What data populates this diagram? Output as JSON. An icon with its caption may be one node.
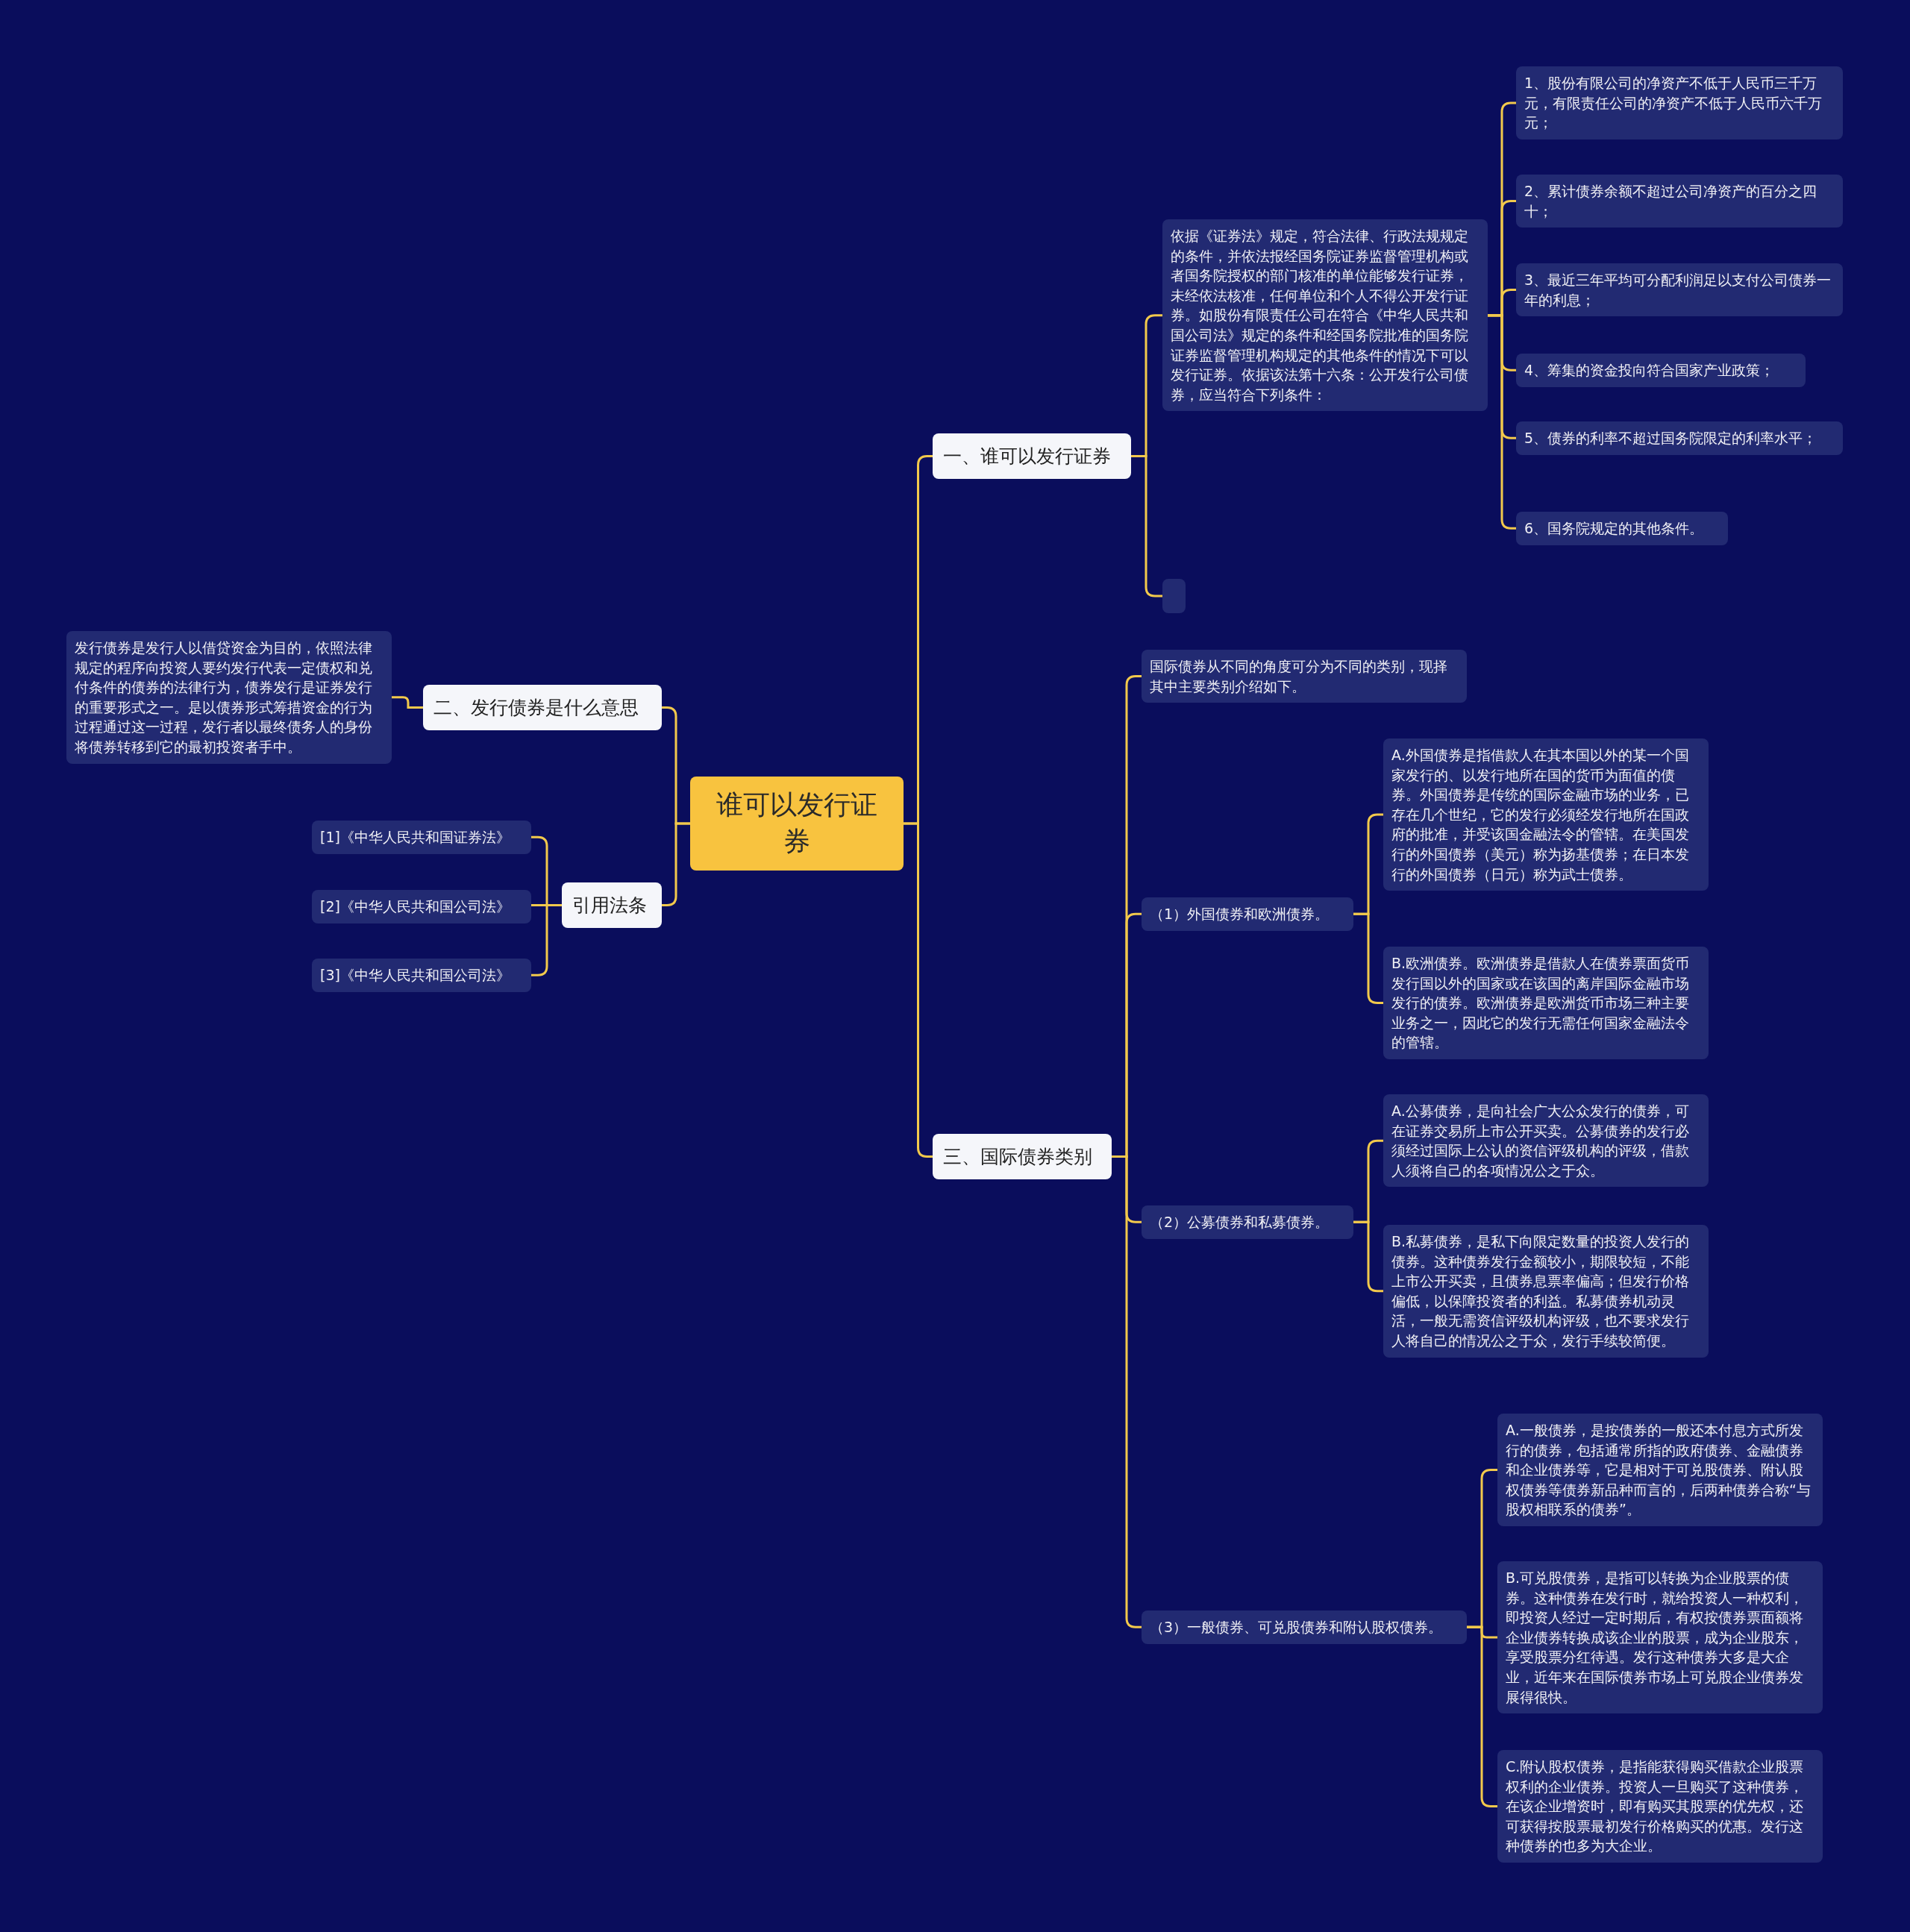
{
  "diagram": {
    "nodes": [
      {
        "text": [
          "谁可以发行证券"
        ]
      },
      {
        "text": [
          "一、谁可以发行证券"
        ]
      },
      {
        "text": [
          "依据《证券法》规定，符合法律、行政法规规定的条件，并依法报经国务院证券监督管理机构或者国务院授权的部门核准的单位能够发行证券，未经依法核准，任何单位和个人不得公开发行证券。如股份有限责任公司在符合《中华人民共和国公司法》规定的条件和经国务院批准的国务院证券监督管理机构规定的其他条件的情况下可以发行证券。依据该法第十六条：公开发行公司债券，应当符合下列条件："
        ]
      },
      {
        "text": [
          "1、股份有限公司的净资产不低于人民币三千万元，有限责任公司的净资产不低于人民币六千万元；"
        ]
      },
      {
        "text": [
          "2、累计债券余额不超过公司净资产的百分之四十；"
        ]
      },
      {
        "text": [
          "3、最近三年平均可分配利润足以支付公司债券一年的利息；"
        ]
      },
      {
        "text": [
          "4、筹集的资金投向符合国家产业政策；"
        ]
      },
      {
        "text": [
          "5、债券的利率不超过国务院限定的利率水平；"
        ]
      },
      {
        "text": [
          "6、国务院规定的其他条件。"
        ]
      },
      {
        "text": [],
        "shape": "box"
      },
      {
        "text": [
          "二、发行债券是什么意思"
        ]
      },
      {
        "text": [
          "发行债券是发行人以借贷资金为目的，依照法律规定的程序向投资人要约发行代表一定债权和兑付条件的债券的法律行为，债券发行是证券发行的重要形式之一。是以债券形式筹措资金的行为过程通过这一过程，发行者以最终债务人的身份将债券转移到它的最初投资者手中。"
        ]
      },
      {
        "text": [
          "引用法条"
        ]
      },
      {
        "text": [
          "[1]《中华人民共和国证券法》"
        ]
      },
      {
        "text": [
          "[2]《中华人民共和国公司法》"
        ]
      },
      {
        "text": [
          "[3]《中华人民共和国公司法》"
        ]
      },
      {
        "text": [
          "三、国际债券类别"
        ]
      },
      {
        "text": [
          "国际债券从不同的角度可分为不同的类别，现择其中主要类别介绍如下。"
        ]
      },
      {
        "text": [
          "（1）外国债券和欧洲债券。"
        ]
      },
      {
        "text": [
          "A.外国债券是指借款人在其本国以外的某一个国家发行的、以发行地所在国的货币为面值的债券。外国债券是传统的国际金融市场的业务，已存在几个世纪，它的发行必须经发行地所在国政府的批准，并受该国金融法令的管辖。在美国发行的外国债券（美元）称为扬基债券；在日本发行的外国债券（日元）称为武士债券。"
        ]
      },
      {
        "text": [
          "B.欧洲债券。欧洲债券是借款人在债券票面货币发行国以外的国家或在该国的离岸国际金融市场发行的债券。欧洲债券是欧洲货币市场三种主要业务之一，因此它的发行无需任何国家金融法令的管辖。"
        ]
      },
      {
        "text": [
          "（2）公募债券和私募债券。"
        ]
      },
      {
        "text": [
          "A.公募债券，是向社会广大公众发行的债券，可在证券交易所上市公开买卖。公募债券的发行必须经过国际上公认的资信评级机构的评级，借款人须将自己的各项情况公之于众。"
        ]
      },
      {
        "text": [
          "B.私募债券，是私下向限定数量的投资人发行的债券。这种债券发行金额较小，期限较短，不能上市公开买卖，且债券息票率偏高；但发行价格偏低，以保障投资者的利益。私募债券机动灵活，一般无需资信评级机构评级，也不要求发行人将自己的情况公之于众，发行手续较简便。"
        ]
      },
      {
        "text": [
          "（3）一般债券、可兑股债券和附认股权债券。"
        ]
      },
      {
        "text": [
          "A.一般债券，是按债券的一般还本付息方式所发行的债券，包括通常所指的政府债券、金融债券和企业债券等，它是相对于可兑股债券、附认股权债券等债券新品种而言的，后两种债券合称“与股权相联系的债券”。"
        ]
      },
      {
        "text": [
          "B.可兑股债券，是指可以转换为企业股票的债券。这种债券在发行时，就给投资人一种权利，即投资人经过一定时期后，有权按债券票面额将企业债券转换成该企业的股票，成为企业股东，享受股票分红待遇。发行这种债券大多是大企业，近年来在国际债券市场上可兑股企业债券发展得很快。"
        ]
      },
      {
        "text": [
          "C.附认股权债券，是指能获得购买借款企业股票权利的企业债券。投资人一旦购买了这种债券，在该企业增资时，即有购买其股票的优先权，还可获得按股票最初发行价格购买的优惠。发行这种债券的也多为大企业。"
        ]
      }
    ],
    "edges": [
      {
        "from": 0,
        "to": 1,
        "arrow": "none"
      },
      {
        "from": 0,
        "to": 10,
        "arrow": "none"
      },
      {
        "from": 0,
        "to": 12,
        "arrow": "none"
      },
      {
        "from": 0,
        "to": 16,
        "arrow": "none"
      },
      {
        "from": 1,
        "to": 2,
        "arrow": "none"
      },
      {
        "from": 1,
        "to": 9,
        "arrow": "none"
      },
      {
        "from": 2,
        "to": 3,
        "arrow": "none"
      },
      {
        "from": 2,
        "to": 4,
        "arrow": "none"
      },
      {
        "from": 2,
        "to": 5,
        "arrow": "none"
      },
      {
        "from": 2,
        "to": 6,
        "arrow": "none"
      },
      {
        "from": 2,
        "to": 7,
        "arrow": "none"
      },
      {
        "from": 2,
        "to": 8,
        "arrow": "none"
      },
      {
        "from": 10,
        "to": 11,
        "arrow": "none"
      },
      {
        "from": 12,
        "to": 13,
        "arrow": "none"
      },
      {
        "from": 12,
        "to": 14,
        "arrow": "none"
      },
      {
        "from": 12,
        "to": 15,
        "arrow": "none"
      },
      {
        "from": 16,
        "to": 17,
        "arrow": "none"
      },
      {
        "from": 16,
        "to": 18,
        "arrow": "none"
      },
      {
        "from": 16,
        "to": 21,
        "arrow": "none"
      },
      {
        "from": 16,
        "to": 24,
        "arrow": "none"
      },
      {
        "from": 18,
        "to": 19,
        "arrow": "none"
      },
      {
        "from": 18,
        "to": 20,
        "arrow": "none"
      },
      {
        "from": 21,
        "to": 22,
        "arrow": "none"
      },
      {
        "from": 21,
        "to": 23,
        "arrow": "none"
      },
      {
        "from": 24,
        "to": 25,
        "arrow": "none"
      },
      {
        "from": 24,
        "to": 26,
        "arrow": "none"
      },
      {
        "from": 24,
        "to": 27,
        "arrow": "none"
      }
    ]
  }
}
